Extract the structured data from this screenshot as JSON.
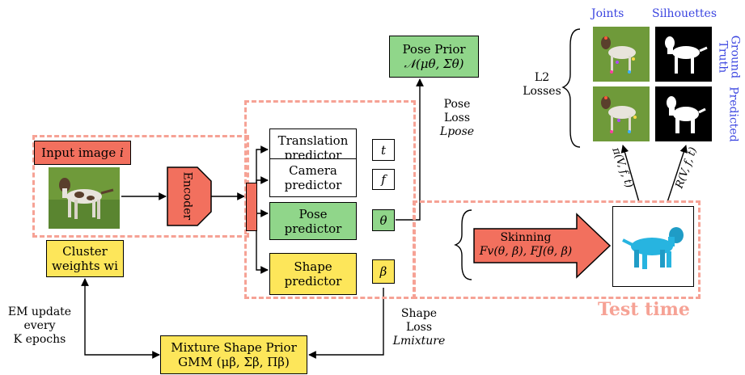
{
  "input_image": {
    "label": "Input image",
    "var": "i"
  },
  "encoder": {
    "label": "Encoder"
  },
  "predictors": [
    {
      "label_line1": "Translation",
      "label_line2": "predictor",
      "output": "t"
    },
    {
      "label_line1": "Camera",
      "label_line2": "predictor",
      "output": "f"
    },
    {
      "label_line1": "Pose",
      "label_line2": "predictor",
      "output": "θ"
    },
    {
      "label_line1": "Shape",
      "label_line2": "predictor",
      "output": "β"
    }
  ],
  "pose_prior": {
    "line1": "Pose Prior",
    "line2": "𝒩(μθ, Σθ)"
  },
  "pose_loss": {
    "line1": "Pose",
    "line2": "Loss",
    "line3": "Lpose"
  },
  "cluster": {
    "line1": "Cluster",
    "line2": "weights wi"
  },
  "em_update": {
    "line1": "EM update",
    "line2": "every",
    "line3": "K epochs"
  },
  "mixture_prior": {
    "line1": "Mixture Shape Prior",
    "line2": "GMM (μβ, Σβ, Πβ)"
  },
  "shape_loss": {
    "line1": "Shape",
    "line2": "Loss",
    "line3": "Lmixture"
  },
  "skinning": {
    "line1": "Skinning",
    "line2": "Fv(θ, β), FJ(θ, β)"
  },
  "test_time": "Test time",
  "top_right": {
    "joints": "Joints",
    "silhouettes": "Silhouettes",
    "ground_truth_l1": "Ground",
    "ground_truth_l2": "Truth",
    "predicted": "Predicted",
    "l2_line1": "L2",
    "l2_line2": "Losses",
    "proj_joints": "π(V, f, t)",
    "proj_sil": "R(V, f, t)"
  },
  "colors": {
    "red": "#f2705e",
    "green": "#90d68a",
    "yellow": "#fde65a",
    "dash": "#f6a295",
    "blue": "#3b45e0",
    "mesh": "#27b4e0"
  }
}
